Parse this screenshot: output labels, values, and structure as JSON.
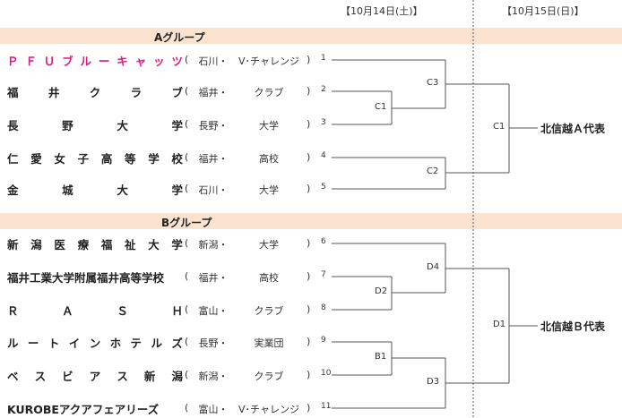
{
  "dates": {
    "day1": "【10月14日(土)】",
    "day2": "【10月15日(日)】"
  },
  "groups": [
    {
      "label": "Aグループ"
    },
    {
      "label": "Bグループ"
    }
  ],
  "teams": [
    {
      "name": "ＰＦＵブルーキャッツ",
      "pref": "石川",
      "category": "V･チャレンジ",
      "seed": "1"
    },
    {
      "name": "福井クラブ",
      "pref": "福井",
      "category": "クラブ",
      "seed": "2"
    },
    {
      "name": "長野大学",
      "pref": "長野",
      "category": "大学",
      "seed": "3"
    },
    {
      "name": "仁愛女子高等学校",
      "pref": "福井",
      "category": "高校",
      "seed": "4"
    },
    {
      "name": "金城大学",
      "pref": "石川",
      "category": "大学",
      "seed": "5"
    },
    {
      "name": "新潟医療福祉大学",
      "pref": "新潟",
      "category": "大学",
      "seed": "6"
    },
    {
      "name": "福井工業大学附属福井高等学校",
      "pref": "福井",
      "category": "高校",
      "seed": "7"
    },
    {
      "name": "ＲＡＳＨ",
      "pref": "富山",
      "category": "クラブ",
      "seed": "8"
    },
    {
      "name": "ルートインホテルズ",
      "pref": "長野",
      "category": "実業団",
      "seed": "9"
    },
    {
      "name": "ベスビアス新潟",
      "pref": "新潟",
      "category": "クラブ",
      "seed": "10"
    },
    {
      "name": "KUROBEアクアフェアリーズ",
      "pref": "富山",
      "category": "V･チャレンジ",
      "seed": "11"
    }
  ],
  "matches": [
    {
      "label": "C1"
    },
    {
      "label": "C2"
    },
    {
      "label": "C3"
    },
    {
      "label": "C1"
    },
    {
      "label": "D2"
    },
    {
      "label": "B1"
    },
    {
      "label": "D4"
    },
    {
      "label": "D3"
    },
    {
      "label": "D1"
    }
  ],
  "results": [
    {
      "label": "北信越Ａ代表"
    },
    {
      "label": "北信越Ｂ代表"
    }
  ],
  "colors": {
    "group_bar": "#fbe3cf",
    "highlight_team": "#d81b7c"
  }
}
